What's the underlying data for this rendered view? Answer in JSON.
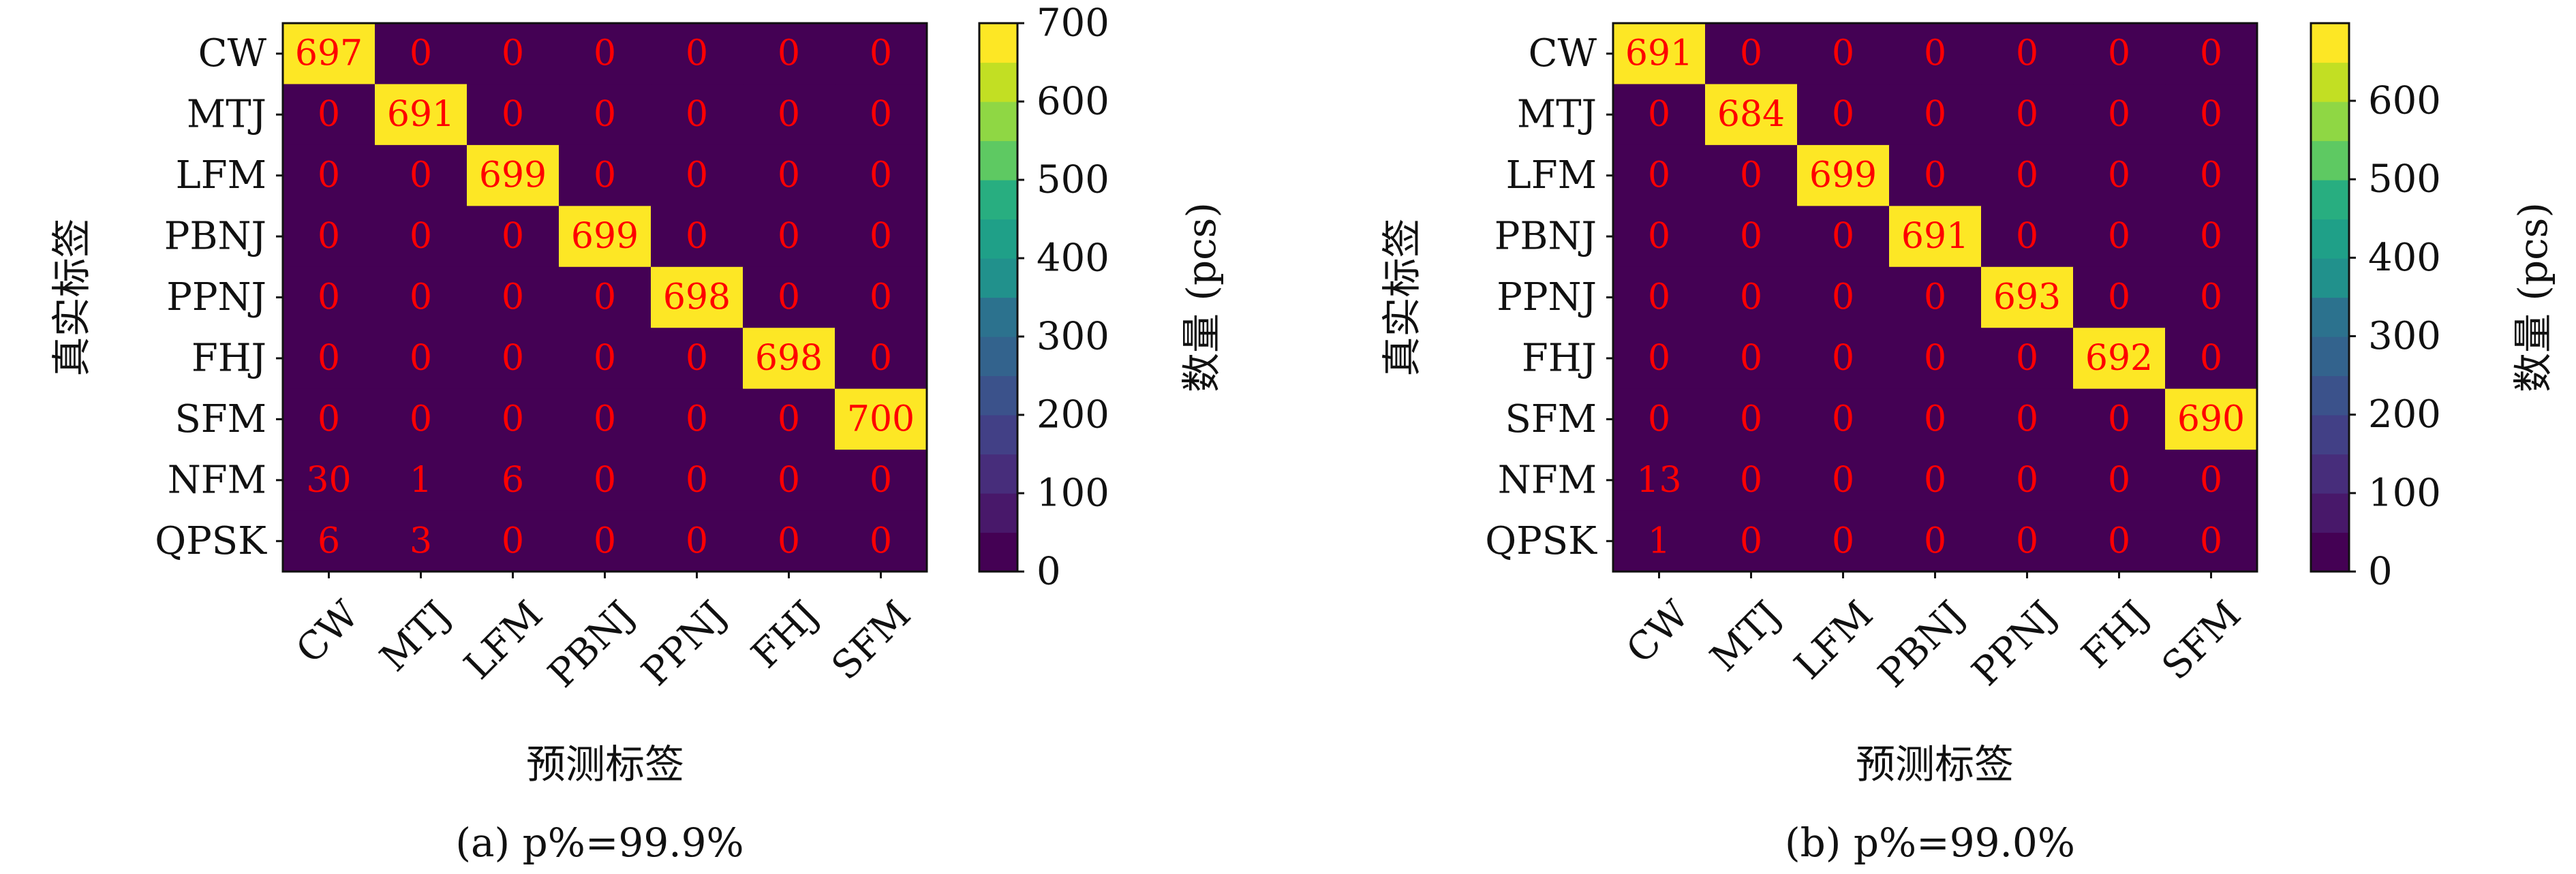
{
  "chart_data": [
    {
      "type": "heatmap",
      "caption": "(a) p%=99.9%",
      "xlabel": "预测标签",
      "ylabel": "真实标签",
      "x_categories": [
        "CW",
        "MTJ",
        "LFM",
        "PBNJ",
        "PPNJ",
        "FHJ",
        "SFM"
      ],
      "y_categories": [
        "CW",
        "MTJ",
        "LFM",
        "PBNJ",
        "PPNJ",
        "FHJ",
        "SFM",
        "NFM",
        "QPSK"
      ],
      "values": [
        [
          697,
          0,
          0,
          0,
          0,
          0,
          0
        ],
        [
          0,
          691,
          0,
          0,
          0,
          0,
          0
        ],
        [
          0,
          0,
          699,
          0,
          0,
          0,
          0
        ],
        [
          0,
          0,
          0,
          699,
          0,
          0,
          0
        ],
        [
          0,
          0,
          0,
          0,
          698,
          0,
          0
        ],
        [
          0,
          0,
          0,
          0,
          0,
          698,
          0
        ],
        [
          0,
          0,
          0,
          0,
          0,
          0,
          700
        ],
        [
          30,
          1,
          6,
          0,
          0,
          0,
          0
        ],
        [
          6,
          3,
          0,
          0,
          0,
          0,
          0
        ]
      ],
      "colorbar": {
        "label": "数量 (pcs)",
        "range": [
          0,
          700
        ],
        "ticks": [
          0,
          100,
          200,
          300,
          400,
          500,
          600,
          700
        ],
        "levels": 14,
        "colormap": [
          "#440154",
          "#48186a",
          "#472d7b",
          "#424086",
          "#3b528b",
          "#33638d",
          "#2c728e",
          "#21918c",
          "#1fa088",
          "#28ae80",
          "#5ec962",
          "#8fd744",
          "#c2df23",
          "#fde725"
        ]
      },
      "annotation_color": "#ff0000"
    },
    {
      "type": "heatmap",
      "caption": "(b) p%=99.0%",
      "xlabel": "预测标签",
      "ylabel": "真实标签",
      "x_categories": [
        "CW",
        "MTJ",
        "LFM",
        "PBNJ",
        "PPNJ",
        "FHJ",
        "SFM"
      ],
      "y_categories": [
        "CW",
        "MTJ",
        "LFM",
        "PBNJ",
        "PPNJ",
        "FHJ",
        "SFM",
        "NFM",
        "QPSK"
      ],
      "values": [
        [
          691,
          0,
          0,
          0,
          0,
          0,
          0
        ],
        [
          0,
          684,
          0,
          0,
          0,
          0,
          0
        ],
        [
          0,
          0,
          699,
          0,
          0,
          0,
          0
        ],
        [
          0,
          0,
          0,
          691,
          0,
          0,
          0
        ],
        [
          0,
          0,
          0,
          0,
          693,
          0,
          0
        ],
        [
          0,
          0,
          0,
          0,
          0,
          692,
          0
        ],
        [
          0,
          0,
          0,
          0,
          0,
          0,
          690
        ],
        [
          13,
          0,
          0,
          0,
          0,
          0,
          0
        ],
        [
          1,
          0,
          0,
          0,
          0,
          0,
          0
        ]
      ],
      "colorbar": {
        "label": "数量 (pcs)",
        "range": [
          0,
          699
        ],
        "ticks": [
          0,
          100,
          200,
          300,
          400,
          500,
          600
        ],
        "levels": 14,
        "colormap": [
          "#440154",
          "#48186a",
          "#472d7b",
          "#424086",
          "#3b528b",
          "#33638d",
          "#2c728e",
          "#21918c",
          "#1fa088",
          "#28ae80",
          "#5ec962",
          "#8fd744",
          "#c2df23",
          "#fde725"
        ]
      },
      "annotation_color": "#ff0000"
    }
  ]
}
